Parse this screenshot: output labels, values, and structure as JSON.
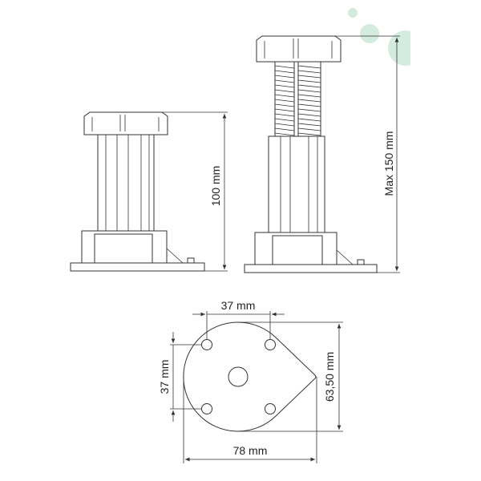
{
  "dimensions": {
    "height_fixed": "100 mm",
    "height_max": "Max 150 mm",
    "hole_spacing_horizontal": "37 mm",
    "hole_spacing_vertical": "37 mm",
    "plate_width_short": "63,50 mm",
    "plate_length": "78 mm"
  },
  "colors": {
    "line": "#333333",
    "accent_circles": "#d4ebdf"
  }
}
